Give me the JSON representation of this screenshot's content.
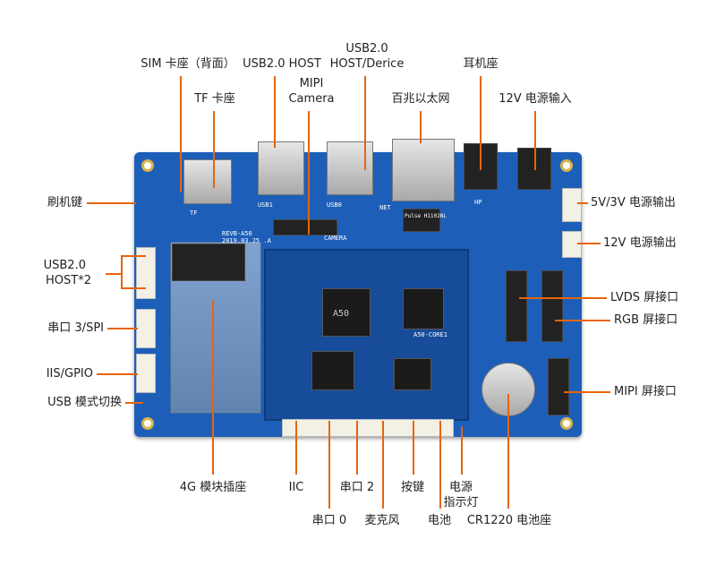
{
  "colors": {
    "board": "#1d5fb8",
    "leader_line": "#e8640c"
  },
  "top_labels": {
    "sim": "SIM 卡座（背面）",
    "usb_host": "USB2.0 HOST",
    "usb_otg_1": "USB2.0",
    "usb_otg_2": "HOST/Derice",
    "headphone": "耳机座",
    "tf": "TF 卡座",
    "mipi_cam_1": "MIPI",
    "mipi_cam_2": "Camera",
    "ethernet": "百兆以太网",
    "power_in": "12V 电源输入"
  },
  "left_labels": {
    "flash_key": "刷机键",
    "usb_host2_1": "USB2.0",
    "usb_host2_2": "HOST*2",
    "uart3": "串口 3/SPI",
    "iis": "IIS/GPIO",
    "usb_mode": "USB 模式切换"
  },
  "right_labels": {
    "pwr_out_5v3v": "5V/3V 电源输出",
    "pwr_out_12v": "12V 电源输出",
    "lvds": "LVDS 屏接口",
    "rgb": "RGB 屏接口",
    "mipi_lcd": "MIPI 屏接口"
  },
  "bottom_labels": {
    "module_4g": "4G 模块插座",
    "iic": "IIC",
    "uart0": "串口 0",
    "uart2": "串口 2",
    "mic": "麦克风",
    "key": "按键",
    "battery": "电池",
    "led_1": "电源",
    "led_2": "指示灯",
    "cr1220": "CR1220 电池座"
  },
  "silkscreen": {
    "board": "REVB-A50",
    "date": "2019.03.25 .A",
    "core": "A50-CORE1",
    "soc": "A50",
    "camera": "CAMERA",
    "usb1": "USB1",
    "usb0": "USB0",
    "tf": "TF",
    "hp": "HP",
    "net": "NET",
    "pulse": "Pulse H1102NL"
  }
}
